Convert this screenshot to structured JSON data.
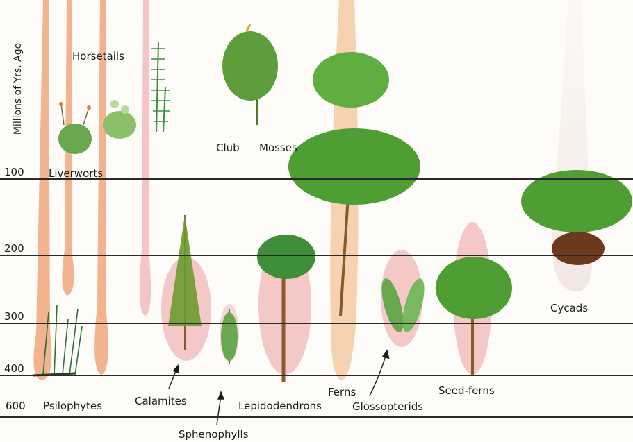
{
  "diagram": {
    "y_axis_label": "Millions of Yrs. Ago",
    "ticks": [
      {
        "label": "100"
      },
      {
        "label": "200"
      },
      {
        "label": "300"
      },
      {
        "label": "400"
      },
      {
        "label": "600"
      }
    ],
    "groups": {
      "horsetails": "Horsetails",
      "liverworts": "Liverworts",
      "club": "Club",
      "mosses": "Mosses",
      "psilophytes": "Psilophytes",
      "calamites": "Calamites",
      "sphenophylls": "Sphenophylls",
      "lepidodendrons": "Lepidodendrons",
      "ferns": "Ferns",
      "glossopterids": "Glossopterids",
      "seed_ferns": "Seed-ferns",
      "cycads": "Cycads"
    },
    "colors": {
      "lineage": "#f2b48f",
      "lineage_pink": "#f3cfcf",
      "plant_green": "#3f8f3a",
      "trunk": "#8a5a2b",
      "gridline": "#2a2a2a"
    }
  }
}
